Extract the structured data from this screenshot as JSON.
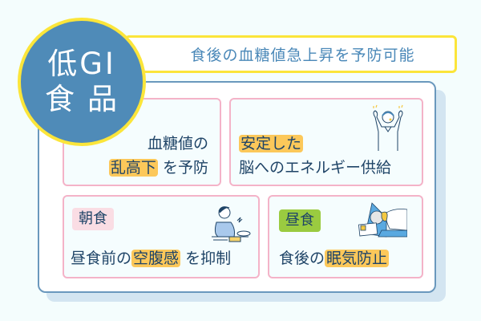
{
  "badge": {
    "line1": "低GI",
    "line2": "食品"
  },
  "headline": {
    "text": "食後の血糖値急上昇を予防可能"
  },
  "cards": [
    {
      "line1": "血糖値の",
      "highlight": "乱高下",
      "rest": "を予防",
      "icon": "none"
    },
    {
      "highlight": "安定した",
      "line2": "脳へのエネルギー供給",
      "icon": "flexing-man-illustration"
    },
    {
      "tag": "朝食",
      "prefix": "昼食前の",
      "highlight": "空腹感",
      "rest": "を抑制",
      "icon": "hungry-man-illustration"
    },
    {
      "tag": "昼食",
      "prefix": "食後の",
      "highlight": "眠気防止",
      "icon": "sleeping-person-illustration"
    }
  ],
  "colors": {
    "background": "#f4fdfd",
    "badge": "#4f8bb8",
    "accent_yellow": "#fbe53a",
    "highlight": "#fcc85a",
    "card_border": "#f4b3c8",
    "tag_pink": "#fadde4",
    "tag_green": "#9acb40",
    "text": "#1f4467"
  }
}
